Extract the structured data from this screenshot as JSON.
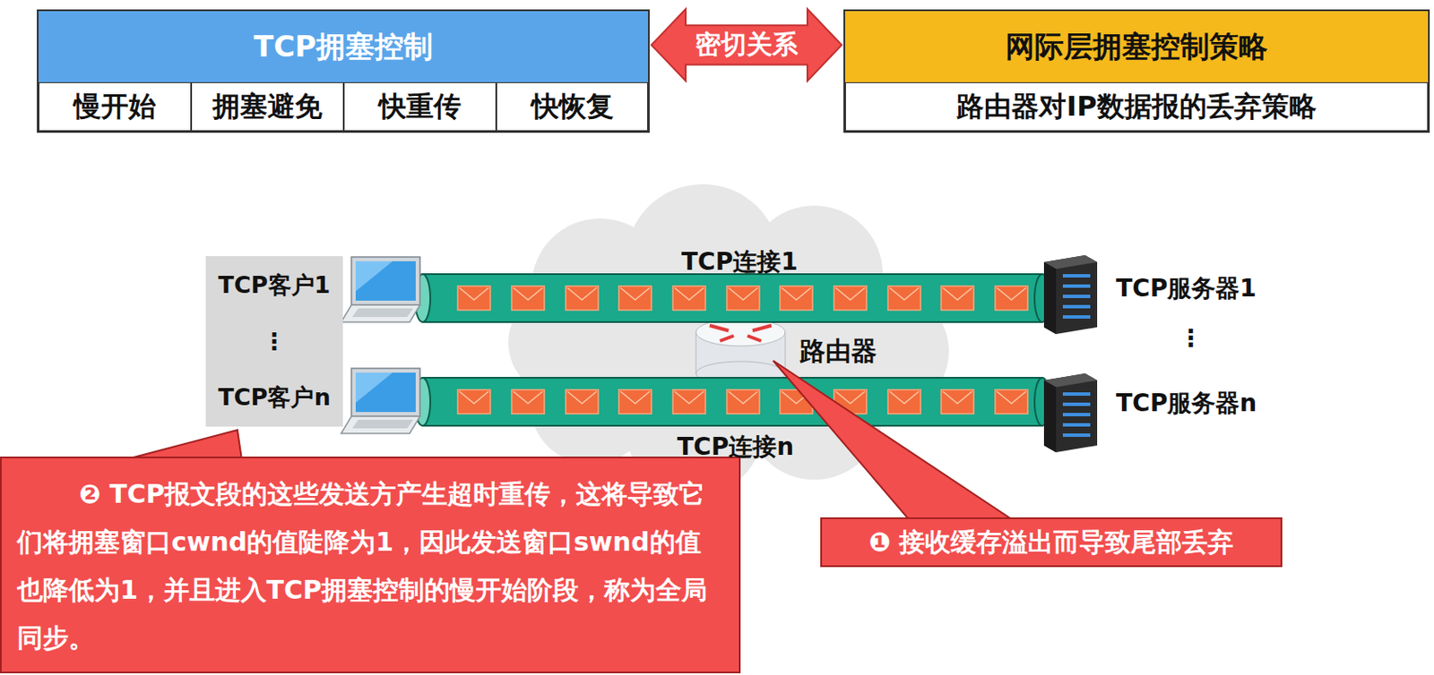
{
  "diagram": {
    "nodes": [
      {
        "text": [
          "TCP拥塞控制"
        ]
      },
      {
        "text": [
          "慢开始"
        ],
        "in": 0
      },
      {
        "text": [
          "拥塞避免"
        ],
        "in": 0
      },
      {
        "text": [
          "快重传"
        ],
        "in": 0
      },
      {
        "text": [
          "快恢复"
        ],
        "in": 0
      },
      {
        "text": [
          "网际层拥塞控制策略"
        ]
      },
      {
        "text": [
          "路由器对IP数据报的丢弃策略"
        ],
        "in": 5
      },
      {
        "text": [
          "TCP客户1",
          "⋮",
          "TCP客户n"
        ]
      },
      {
        "text": [
          "❶ 接收缓存溢出而导致尾部丢弃"
        ]
      },
      {
        "text": [
          "❷ TCP报文段的这些发送方产生超时重传，这将导致它们将拥塞窗口cwnd的值陡降为1，因此发送窗口swnd的值也降低为1，并且进入TCP拥塞控制的慢开始阶段，称为全局同步。"
        ]
      }
    ],
    "edges": [
      {
        "from": 0,
        "to": 5,
        "label": "密切关系",
        "arrow": "both"
      }
    ],
    "labels": [
      "TCP连接1",
      "路由器",
      "TCP连接n",
      "TCP服务器1",
      "⋮",
      "TCP服务器n"
    ]
  }
}
